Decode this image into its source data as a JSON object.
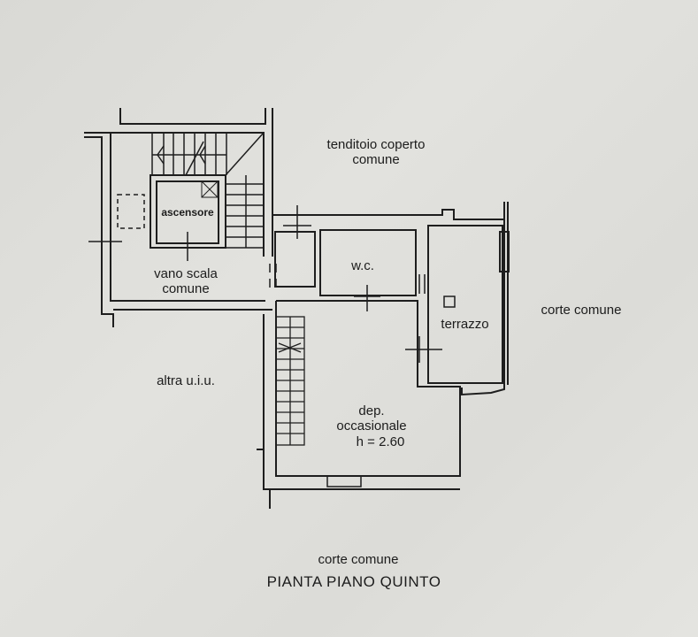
{
  "drawing": {
    "title": "PIANTA PIANO QUINTO",
    "background_color": "#dededa",
    "line_color": "#1e1e1e"
  },
  "rooms": {
    "stairwell": {
      "line1": "vano scala",
      "line2": "comune"
    },
    "elevator": {
      "label": "ascensore"
    },
    "wc": {
      "label": "w.c."
    },
    "terrace": {
      "label": "terrazzo"
    },
    "storage": {
      "line1": "dep.",
      "line2": "occasionale",
      "line3": "h = 2.60"
    }
  },
  "surroundings": {
    "top": {
      "line1": "tenditoio coperto",
      "line2": "comune"
    },
    "right": {
      "label": "corte comune"
    },
    "left": {
      "label": "altra u.i.u."
    },
    "bottom": {
      "label": "corte comune"
    }
  }
}
